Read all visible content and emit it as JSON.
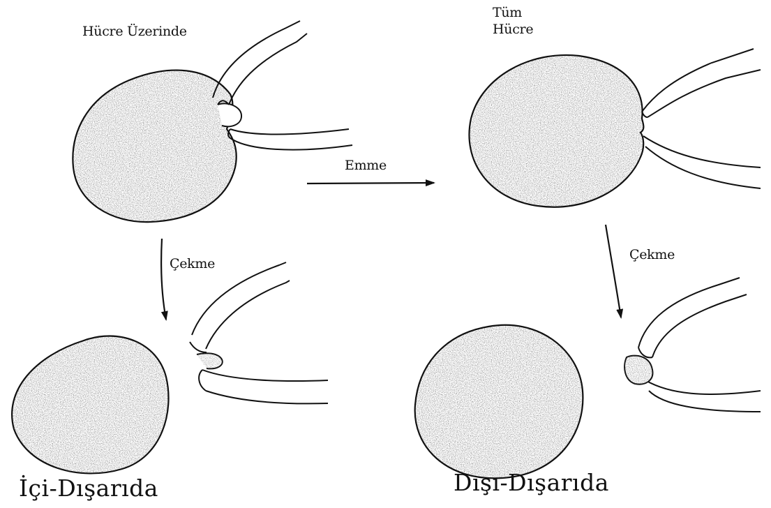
{
  "labels": {
    "cell_attached": "Hücre Üzerinde",
    "whole_cell_line1": "Tüm",
    "whole_cell_line2": "Hücre",
    "suction": "Emme",
    "pull_left": "Çekme",
    "pull_right": "Çekme",
    "inside_out": "İçi-Dışarıda",
    "outside_out": "Dışı-Dışarıda"
  },
  "colors": {
    "stroke": "#111111",
    "stipple": "#333333",
    "background": "#ffffff"
  }
}
